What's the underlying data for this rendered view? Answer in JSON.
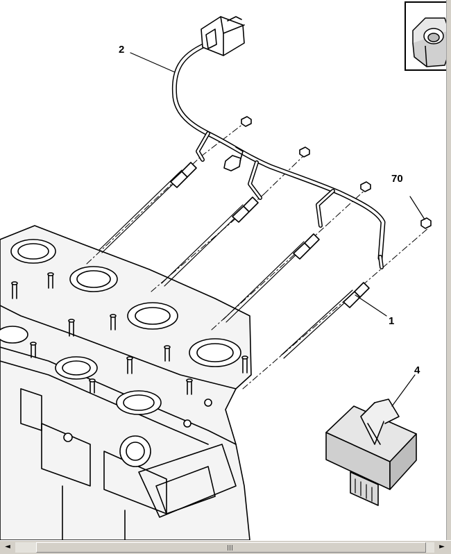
{
  "callouts": {
    "glow_plug": "1",
    "wiring_harness": "2",
    "control_unit": "4",
    "nut": "70"
  },
  "scrollbar": {
    "left_arrow": "◄",
    "right_arrow": "►"
  },
  "colors": {
    "line": "#000000",
    "part_fill": "#ffffff",
    "module_fill": "#d9d9d9",
    "scrollbar": "#d4d0c8"
  }
}
